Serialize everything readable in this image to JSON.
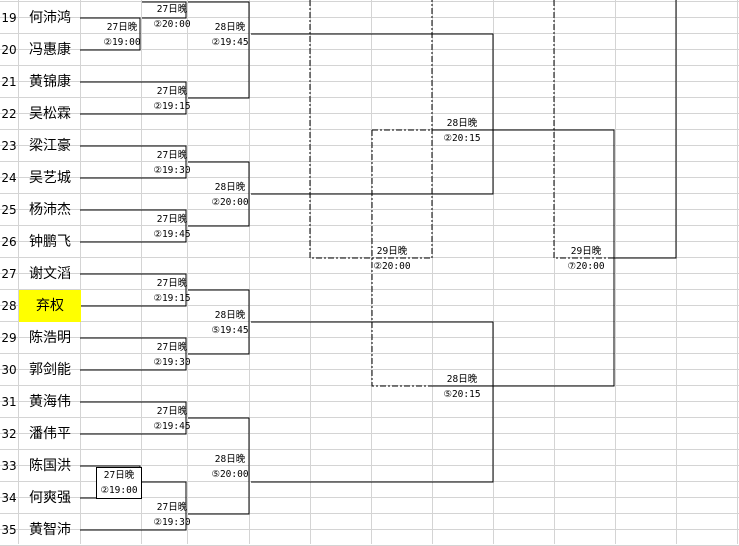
{
  "players": [
    {
      "row": "19",
      "name": "何沛鸿"
    },
    {
      "row": "20",
      "name": "冯惠康"
    },
    {
      "row": "21",
      "name": "黄锦康"
    },
    {
      "row": "22",
      "name": "吴松霖"
    },
    {
      "row": "23",
      "name": "梁江豪"
    },
    {
      "row": "24",
      "name": "吴艺城"
    },
    {
      "row": "25",
      "name": "杨沛杰"
    },
    {
      "row": "26",
      "name": "钟鹏飞"
    },
    {
      "row": "27",
      "name": "谢文滔"
    },
    {
      "row": "28",
      "name": "弃权",
      "highlight": "#ffff00"
    },
    {
      "row": "29",
      "name": "陈浩明"
    },
    {
      "row": "30",
      "name": "郭剑能"
    },
    {
      "row": "31",
      "name": "黄海伟"
    },
    {
      "row": "32",
      "name": "潘伟平"
    },
    {
      "row": "33",
      "name": "陈国洪"
    },
    {
      "row": "34",
      "name": "何爽强"
    },
    {
      "row": "35",
      "name": "黄智沛"
    }
  ],
  "matches": {
    "m_19_20": {
      "day": "27日晚",
      "time": "②19:00"
    },
    "m_33_34": {
      "day": "27日晚",
      "time": "②19:00"
    },
    "r1_a": {
      "day": "27日晚",
      "time": "②20:00"
    },
    "r1_b": {
      "day": "27日晚",
      "time": "②19:15"
    },
    "r1_c": {
      "day": "27日晚",
      "time": "②19:30"
    },
    "r1_d": {
      "day": "27日晚",
      "time": "②19:45"
    },
    "r1_e": {
      "day": "27日晚",
      "time": "②19:15"
    },
    "r1_f": {
      "day": "27日晚",
      "time": "②19:30"
    },
    "r1_g": {
      "day": "27日晚",
      "time": "②19:45"
    },
    "r1_h": {
      "day": "27日晚",
      "time": "②19:30"
    },
    "r2_a": {
      "day": "28日晚",
      "time": "②19:45"
    },
    "r2_b": {
      "day": "28日晚",
      "time": "②20:00"
    },
    "r2_c": {
      "day": "28日晚",
      "time": "⑤19:45"
    },
    "r2_d": {
      "day": "28日晚",
      "time": "⑤20:00"
    },
    "r3_a": {
      "day": "28日晚",
      "time": "②20:15"
    },
    "r3_b": {
      "day": "28日晚",
      "time": "⑤20:15"
    },
    "r4_a": {
      "day": "29日晚",
      "time": "②20:00"
    },
    "r5_a": {
      "day": "29日晚",
      "time": "⑦20:00"
    }
  },
  "colors": {
    "highlight": "#ffff00",
    "gridline": "#d4d4d4",
    "bracket_line": "#000000"
  }
}
